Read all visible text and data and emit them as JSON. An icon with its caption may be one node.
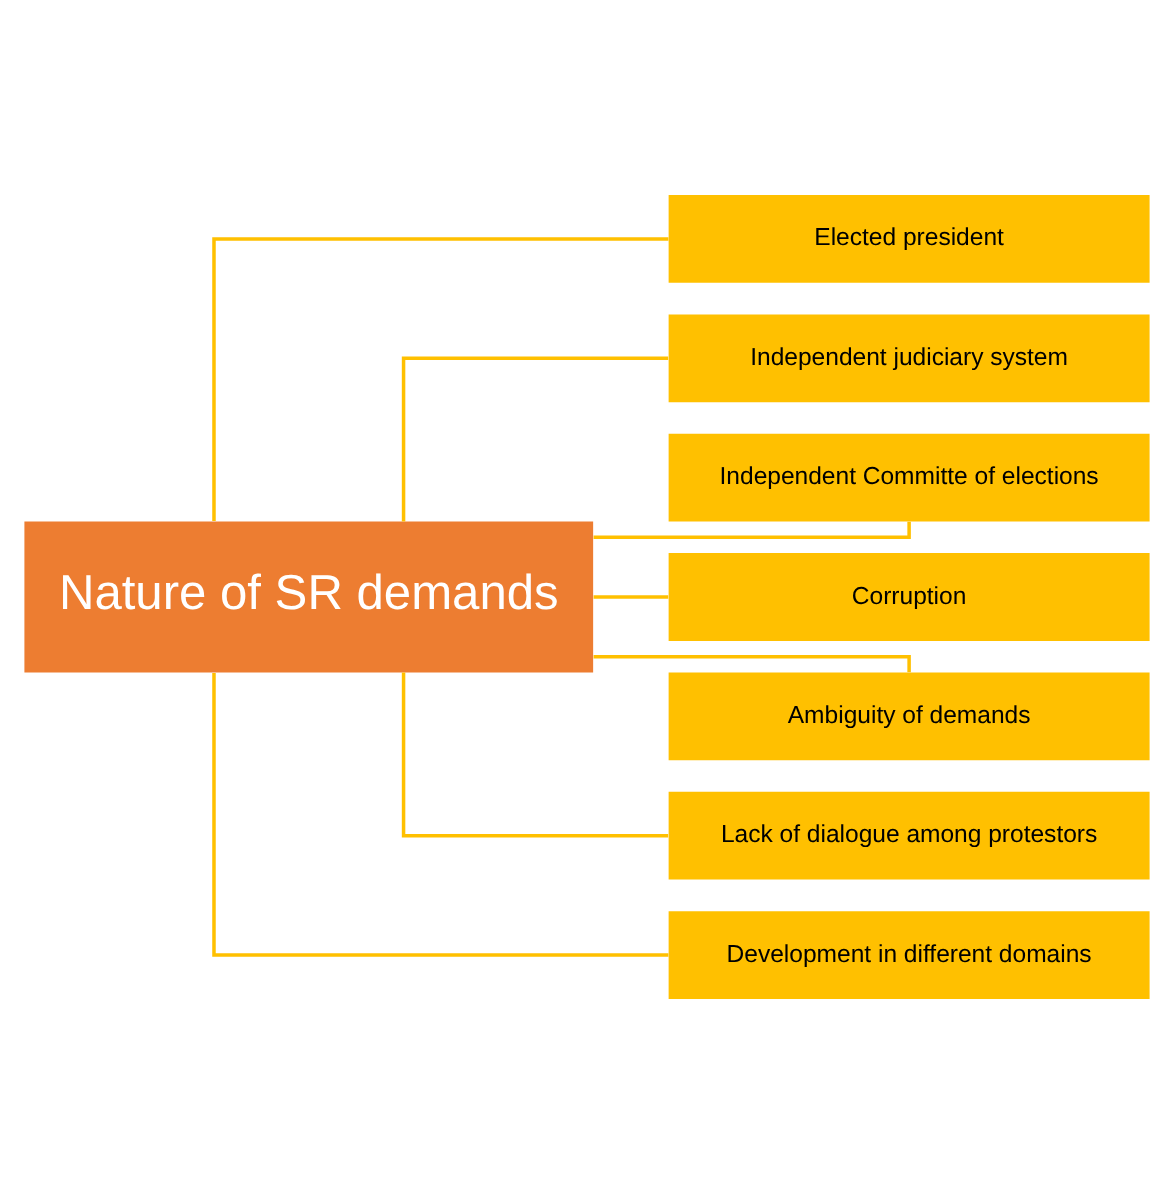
{
  "diagram": {
    "nodes": [
      {
        "text": [
          "Nature of SR demands"
        ]
      },
      {
        "text": [
          "Elected president"
        ]
      },
      {
        "text": [
          "Independent judiciary system"
        ]
      },
      {
        "text": [
          "Independent Committe of elections"
        ]
      },
      {
        "text": [
          "Corruption"
        ]
      },
      {
        "text": [
          "Ambiguity of demands"
        ]
      },
      {
        "text": [
          "Lack of dialogue among protestors"
        ]
      },
      {
        "text": [
          "Development in different domains"
        ]
      }
    ],
    "edges": [
      {
        "from": 0,
        "to": 1,
        "arrow": "none"
      },
      {
        "from": 0,
        "to": 2,
        "arrow": "none"
      },
      {
        "from": 0,
        "to": 3,
        "arrow": "none"
      },
      {
        "from": 0,
        "to": 4,
        "arrow": "none"
      },
      {
        "from": 0,
        "to": 5,
        "arrow": "none"
      },
      {
        "from": 0,
        "to": 6,
        "arrow": "none"
      },
      {
        "from": 0,
        "to": 7,
        "arrow": "none"
      }
    ]
  }
}
